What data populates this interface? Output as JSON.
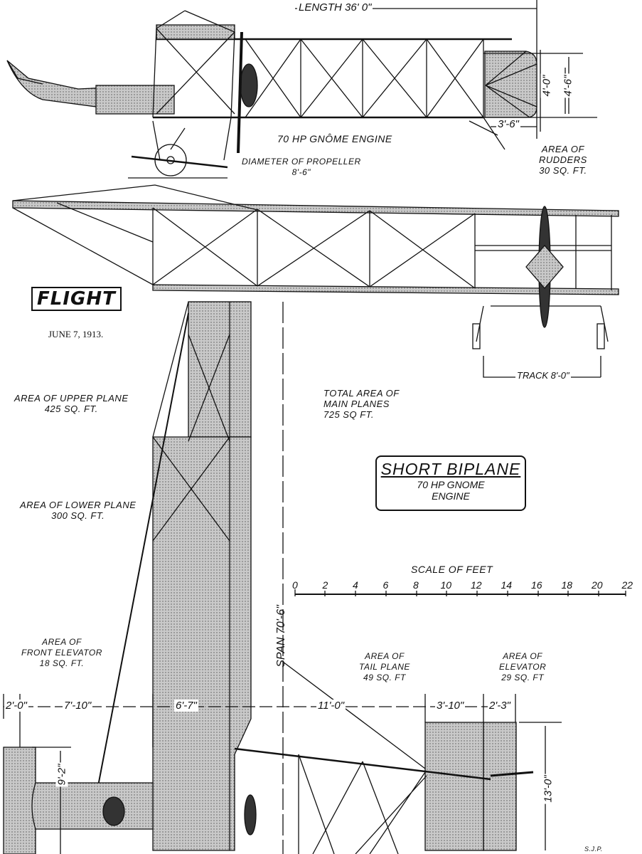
{
  "publication": {
    "logo": "FLIGHT",
    "date": "JUNE 7, 1913."
  },
  "title": {
    "main": "SHORT BIPLANE",
    "sub_line1": "70 HP GNOME",
    "sub_line2": "ENGINE"
  },
  "side_view": {
    "length": "LENGTH 36' 0\"",
    "engine": "70 HP GNÔME ENGINE",
    "propeller_label": "DIAMETER OF PROPELLER",
    "propeller_value": "8'-6\"",
    "rudder_label1": "AREA OF",
    "rudder_label2": "RUDDERS",
    "rudder_value": "30 SQ. FT.",
    "rudder_height_inner": "4'-0\"",
    "rudder_height_outer": "4'-6\"",
    "rudder_chord": "3'-6\""
  },
  "front_view": {
    "track": "TRACK 8'-0\""
  },
  "plan_view": {
    "upper_plane_label": "AREA OF UPPER PLANE",
    "upper_plane_value": "425 SQ. FT.",
    "lower_plane_label": "AREA OF LOWER PLANE",
    "lower_plane_value": "300 SQ. FT.",
    "total_label1": "TOTAL AREA OF",
    "total_label2": "MAIN PLANES",
    "total_value": "725 SQ FT.",
    "span": "SPAN 70'-6\"",
    "front_elevator_label1": "AREA OF",
    "front_elevator_label2": "FRONT ELEVATOR",
    "front_elevator_value": "18 SQ. FT.",
    "tail_plane_label1": "AREA OF",
    "tail_plane_label2": "TAIL PLANE",
    "tail_plane_value": "49 SQ. FT",
    "elevator_label1": "AREA OF",
    "elevator_label2": "ELEVATOR",
    "elevator_value": "29 SQ. FT",
    "dims": [
      "2'-0\"",
      "7'-10\"",
      "6'-7\"",
      "11'-0\"",
      "3'-10\"",
      "2'-3\""
    ],
    "front_elevator_span": "9'-2\"",
    "tail_span": "13'-0\""
  },
  "scale": {
    "label": "SCALE OF FEET",
    "ticks": [
      "0",
      "2",
      "4",
      "6",
      "8",
      "10",
      "12",
      "14",
      "16",
      "18",
      "20",
      "22"
    ]
  },
  "signature": "S.J.P."
}
